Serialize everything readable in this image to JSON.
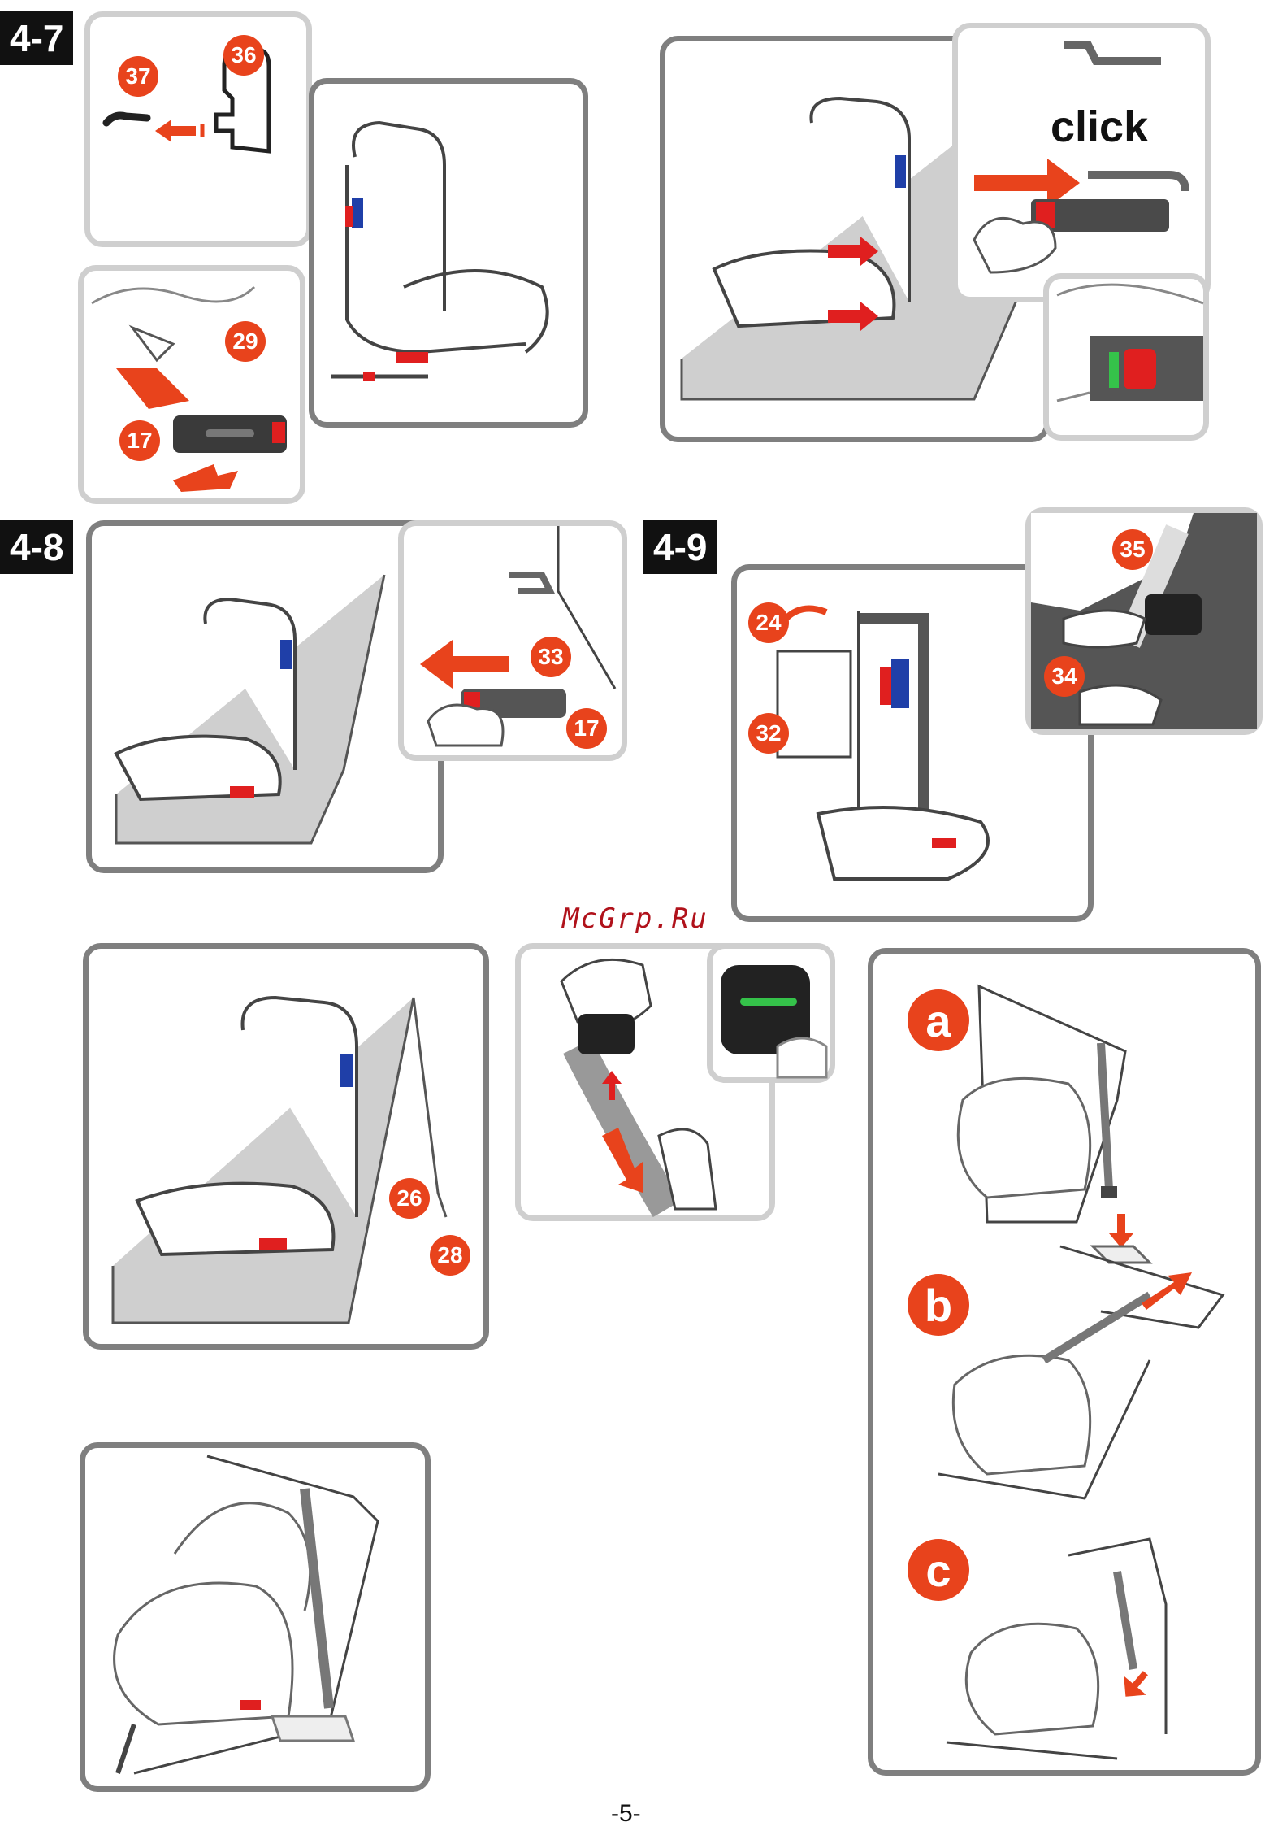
{
  "sections": [
    {
      "id": "4-7",
      "label": "4-7"
    },
    {
      "id": "4-8",
      "label": "4-8"
    },
    {
      "id": "4-9",
      "label": "4-9"
    }
  ],
  "callouts": {
    "c37": "37",
    "c36": "36",
    "c29": "29",
    "c17a": "17",
    "c33": "33",
    "c17b": "17",
    "c24": "24",
    "c32": "32",
    "c35": "35",
    "c34": "34",
    "c26": "26",
    "c28": "28"
  },
  "click_label": "click",
  "variants": [
    "a",
    "b",
    "c"
  ],
  "watermark": "McGrp.Ru",
  "page_number": "-5-",
  "colors": {
    "accent": "#e8431c",
    "panel_border": "#7f7f7f",
    "seat_gray": "#cfcfcf",
    "indicator_red": "#e01f1f",
    "indicator_green": "#35c24a",
    "strap_blue": "#1f3fa8"
  },
  "icons": [
    "orange-arrow-icon",
    "hand-icon",
    "car-seat-icon",
    "isofix-connector-icon",
    "indicator-icon"
  ]
}
